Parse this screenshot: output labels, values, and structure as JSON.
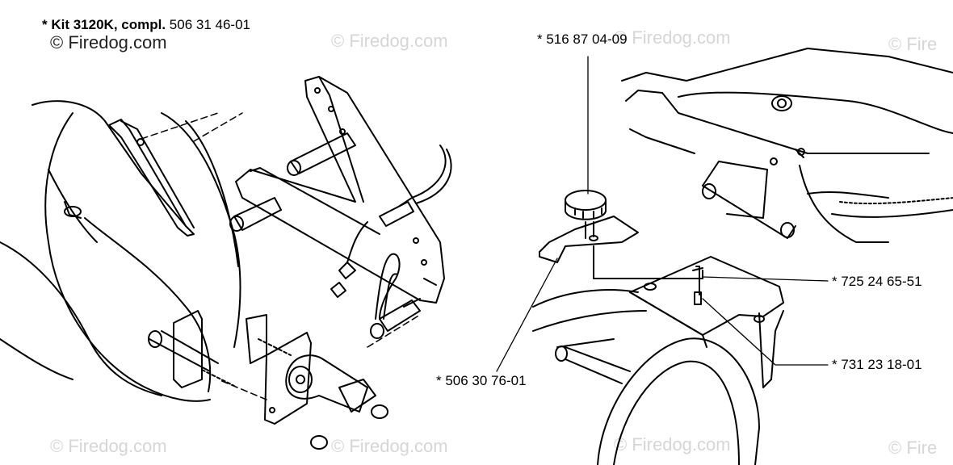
{
  "title": {
    "kit_bold": "* Kit 3120K, compl.",
    "kit_number": "506 31 46-01"
  },
  "parts": [
    {
      "label": "* 516 87 04-09"
    },
    {
      "label": "* 725 24 65-51"
    },
    {
      "label": "* 731 23 18-01"
    },
    {
      "label": "* 506 30 76-01"
    }
  ],
  "watermarks": [
    "© Firedog.com",
    "© Firedog.com",
    "© Firedog.com",
    "© Fire",
    "© Firedog.com",
    "© Firedog.com",
    "© Firedog.com",
    "© Fire"
  ],
  "colors": {
    "line": "#000000",
    "watermark": "#d6d6d6",
    "background": "#ffffff"
  }
}
